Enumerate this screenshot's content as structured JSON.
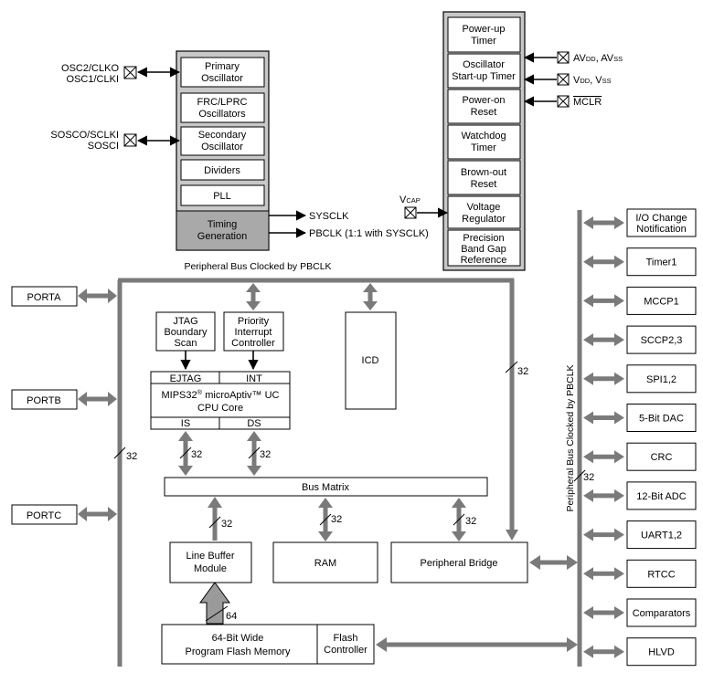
{
  "clock": {
    "osc_pin_top": "OSC2/CLKO",
    "osc_pin_bottom": "OSC1/CLKI",
    "sosc_pin_top": "SOSCO/SCLKI",
    "sosc_pin_bottom": "SOSCI",
    "primary_line1": "Primary",
    "primary_line2": "Oscillator",
    "frc_line1": "FRC/LPRC",
    "frc_line2": "Oscillators",
    "secondary_line1": "Secondary",
    "secondary_line2": "Oscillator",
    "dividers": "Dividers",
    "pll": "PLL",
    "timing_line1": "Timing",
    "timing_line2": "Generation",
    "sysclk": "SYSCLK",
    "pbclk": "PBCLK (1:1 with SYSCLK)"
  },
  "reset": {
    "powerup_line1": "Power-up",
    "powerup_line2": "Timer",
    "ost_line1": "Oscillator",
    "ost_line2": "Start-up Timer",
    "por_line1": "Power-on",
    "por_line2": "Reset",
    "wdt_line1": "Watchdog",
    "wdt_line2": "Timer",
    "bor_line1": "Brown-out",
    "bor_line2": "Reset",
    "vreg_line1": "Voltage",
    "vreg_line2": "Regulator",
    "bandgap_line1": "Precision",
    "bandgap_line2": "Band Gap",
    "bandgap_line3": "Reference",
    "avdd_main": "AV",
    "avdd_sub": "DD",
    "avss_main": ", AV",
    "avss_sub": "SS",
    "vdd_main": "V",
    "vdd_sub": "DD",
    "vss_main": ", V",
    "vss_sub": "SS",
    "mclr": "MCLR",
    "vcap_main": "V",
    "vcap_sub": "CAP"
  },
  "bus_labels": {
    "top": "Peripheral Bus Clocked by PBCLK",
    "right": "Peripheral Bus Clocked by PBCLK",
    "width_32": "32",
    "width_64": "64"
  },
  "ports": [
    "PORTA",
    "PORTB",
    "PORTC"
  ],
  "core": {
    "jtag_line1": "JTAG",
    "jtag_line2": "Boundary",
    "jtag_line3": "Scan",
    "pic_line1": "Priority",
    "pic_line2": "Interrupt",
    "pic_line3": "Controller",
    "icd": "ICD",
    "ejtag": "EJTAG",
    "int": "INT",
    "cpu_line1a": "MIPS32",
    "cpu_reg": "®",
    "cpu_line1b": " microAptiv™ UC",
    "cpu_line2": "CPU Core",
    "is": "IS",
    "ds": "DS"
  },
  "memory": {
    "bus_matrix": "Bus Matrix",
    "line_buffer_line1": "Line Buffer",
    "line_buffer_line2": "Module",
    "ram": "RAM",
    "peripheral_bridge": "Peripheral Bridge",
    "flash_line1": "64-Bit Wide",
    "flash_line2": "Program Flash Memory",
    "flash_ctrl_line1": "Flash",
    "flash_ctrl_line2": "Controller"
  },
  "peripherals": [
    [
      "I/O Change",
      "Notification"
    ],
    [
      "Timer1"
    ],
    [
      "MCCP1"
    ],
    [
      "SCCP2,3"
    ],
    [
      "SPI1,2"
    ],
    [
      "5-Bit DAC"
    ],
    [
      "CRC"
    ],
    [
      "12-Bit ADC"
    ],
    [
      "UART1,2"
    ],
    [
      "RTCC"
    ],
    [
      "Comparators"
    ],
    [
      "HLVD"
    ]
  ]
}
